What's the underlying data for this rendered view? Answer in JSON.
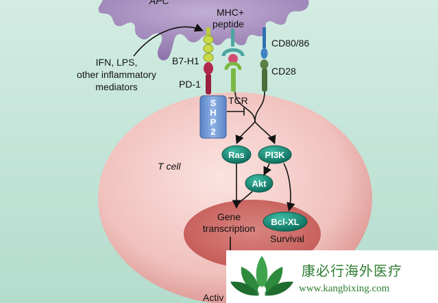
{
  "labels": {
    "apc": "APC",
    "mhc_peptide_line1": "MHC+",
    "mhc_peptide_line2": "peptide",
    "cd80_86": "CD80/86",
    "cd28": "CD28",
    "b7h1": "B7-H1",
    "pd1": "PD-1",
    "tcr": "TCR",
    "inflammatory_line1": "IFN, LPS,",
    "inflammatory_line2": "other inflammatory",
    "inflammatory_line3": "mediators",
    "t_cell": "T cell",
    "gene_transcription_line1": "Gene",
    "gene_transcription_line2": "transcription",
    "survival": "Survival",
    "activation": "Activ"
  },
  "shp2": [
    "S",
    "H",
    "P",
    "2"
  ],
  "nodes": {
    "ras": "Ras",
    "pi3k": "PI3K",
    "akt": "Akt",
    "bclxl": "Bcl-XL"
  },
  "watermark": {
    "chinese": "康必行海外医疗",
    "url": "www.kangbixing.com"
  },
  "colors": {
    "background": "#bfe3d7",
    "apc": "#a48bbd",
    "cell": "#f0c4c0",
    "nucleus": "#cf6a66",
    "node": "#1a8f7a",
    "shp2": "#6f97d4",
    "pd1": "#9b2040",
    "b7h1": "#b9cc3b",
    "cd28": "#4d6e3a",
    "cd80": "#2f6fb0"
  }
}
